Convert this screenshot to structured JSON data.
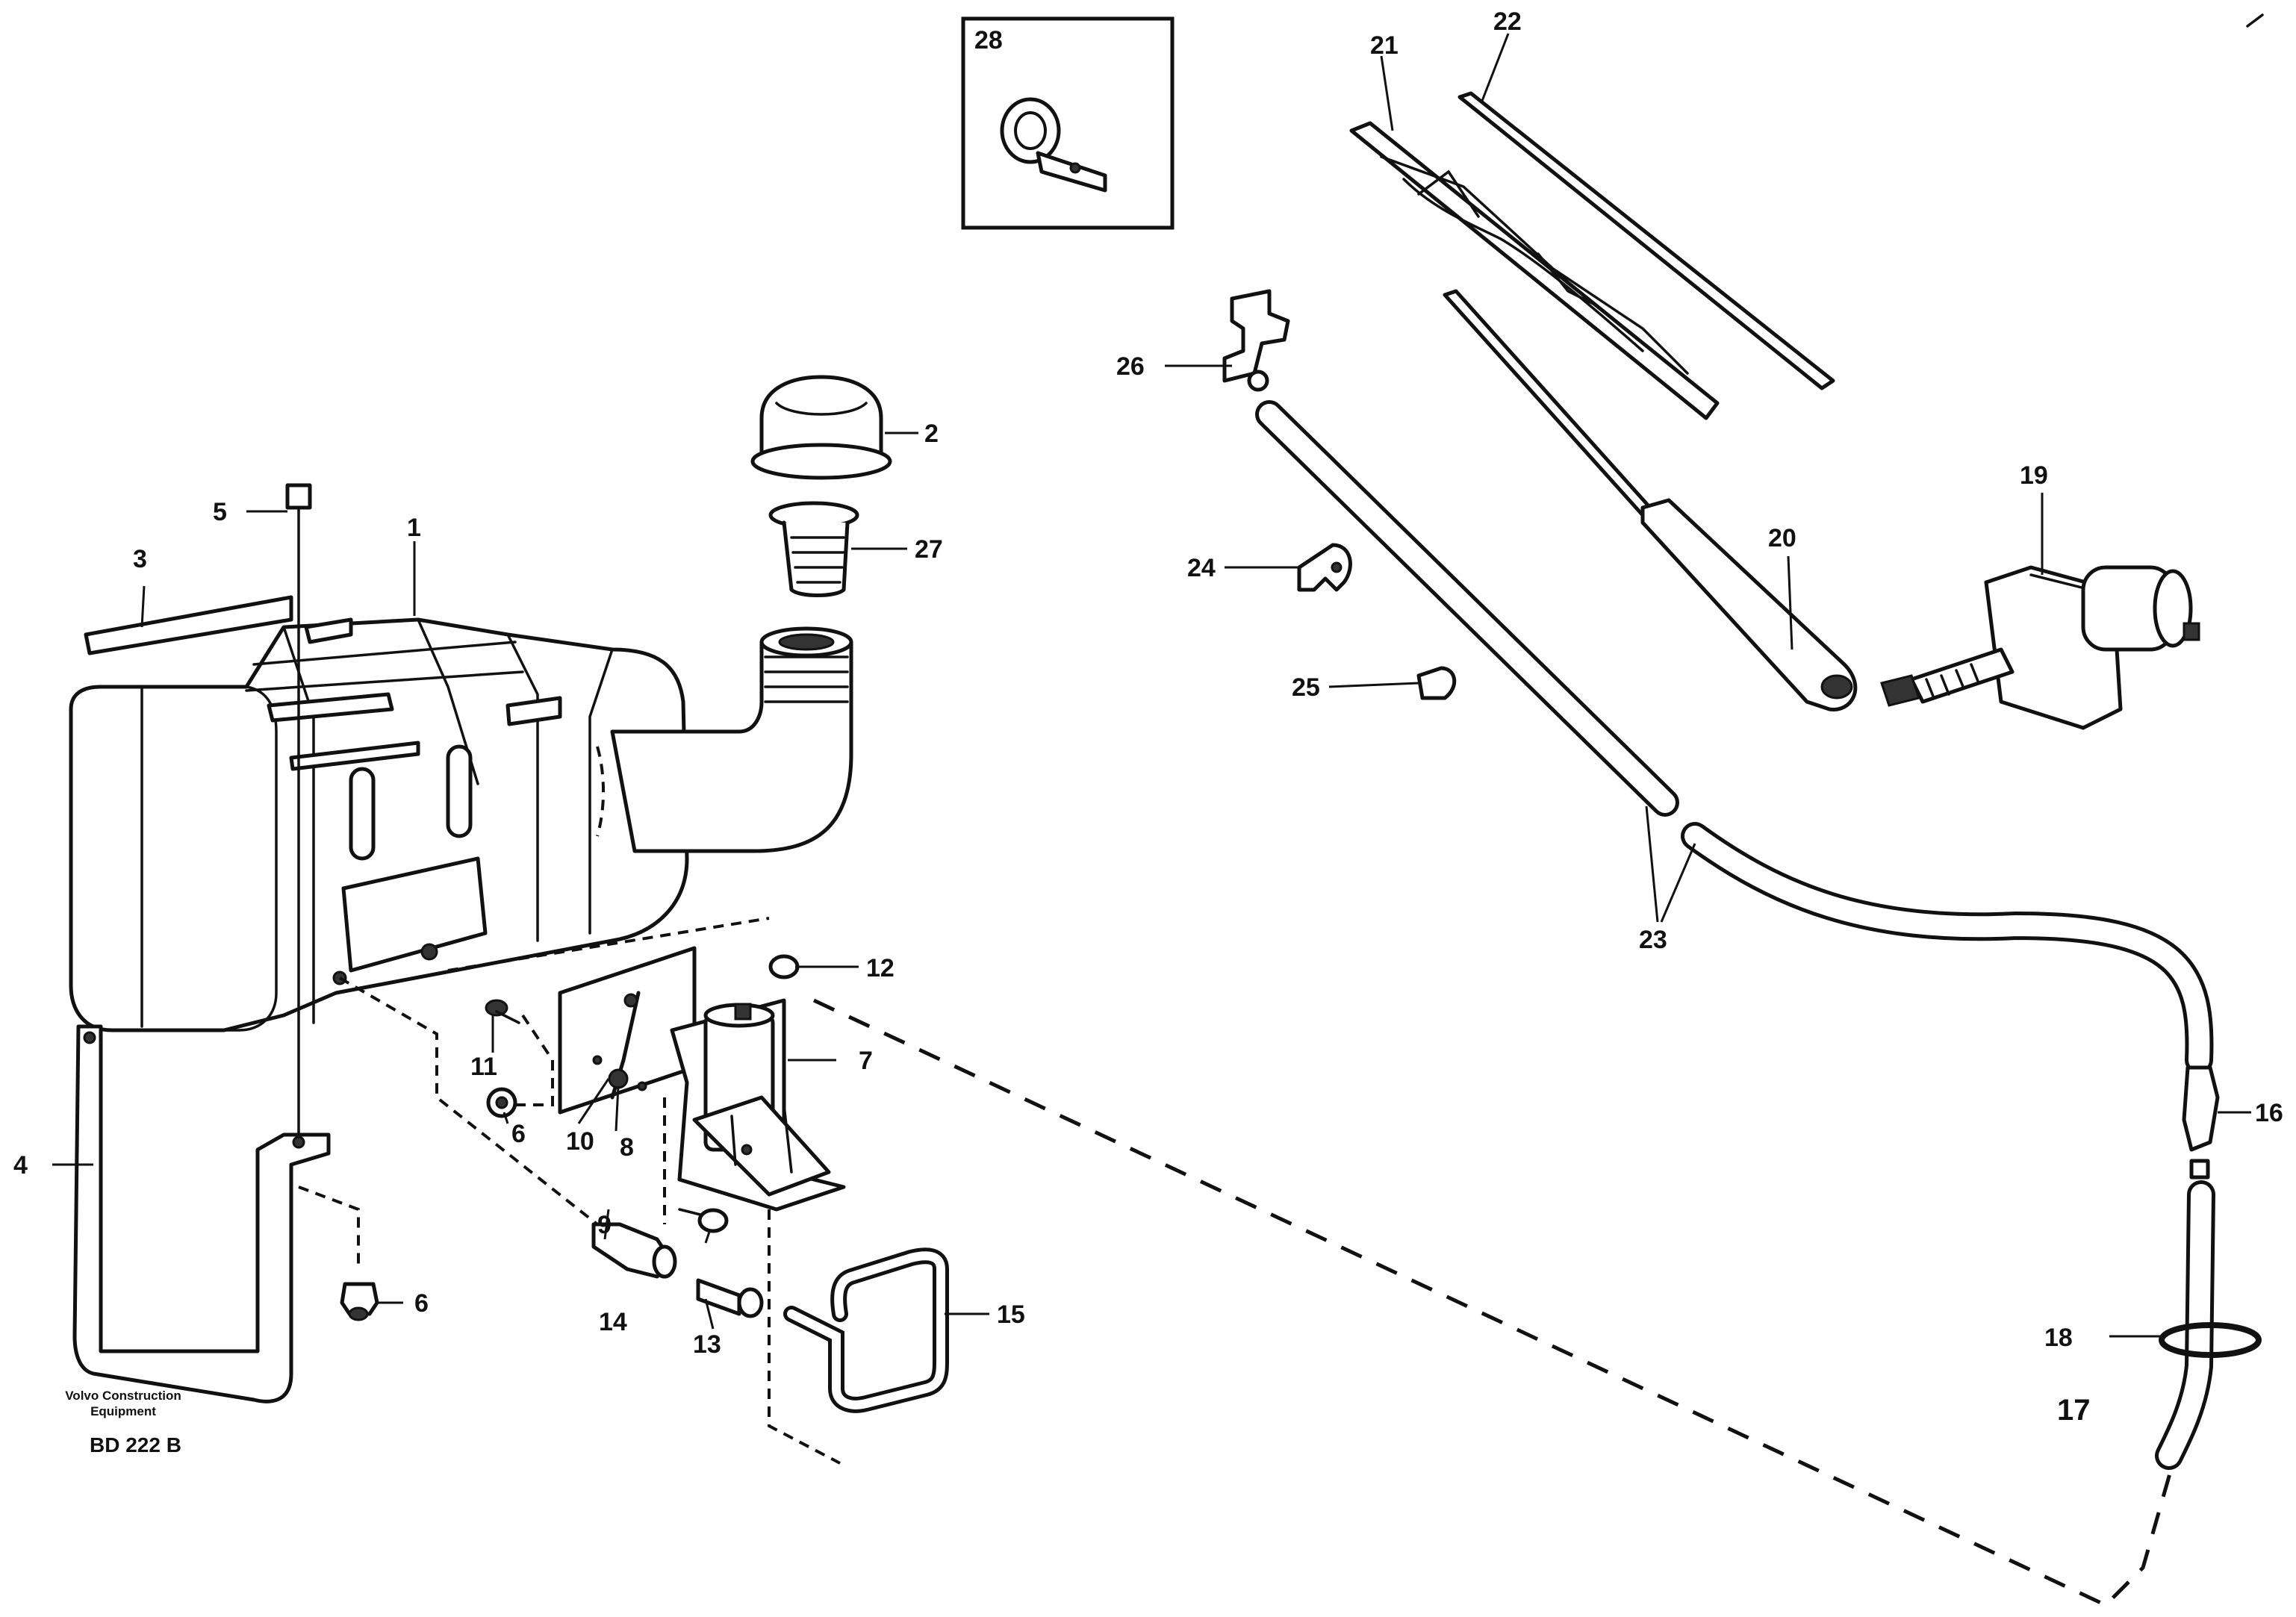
{
  "callouts": {
    "c1": "1",
    "c2": "2",
    "c3": "3",
    "c4": "4",
    "c5": "5",
    "c6a": "6",
    "c6b": "6",
    "c7": "7",
    "c8": "8",
    "c9": "9",
    "c10": "10",
    "c11": "11",
    "c12": "12",
    "c13": "13",
    "c14": "14",
    "c15": "15",
    "c16": "16",
    "c17": "17",
    "c18": "18",
    "c19": "19",
    "c20": "20",
    "c21": "21",
    "c22": "22",
    "c23": "23",
    "c24": "24",
    "c25": "25",
    "c26": "26",
    "c27": "27",
    "c28": "28"
  },
  "caption": {
    "company_line1": "Volvo Construction",
    "company_line2": "Equipment",
    "drawing_code": "BD 222 B"
  }
}
